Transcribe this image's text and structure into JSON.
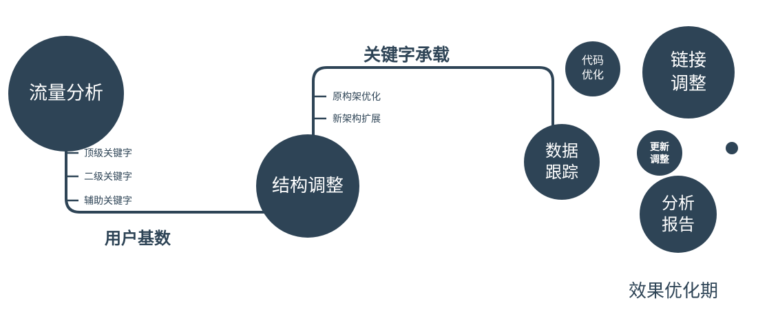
{
  "theme": {
    "node_color": "#2e4456",
    "line_color": "#2e4456",
    "label_color": "#2e4456",
    "node_text_color": "#ffffff",
    "background": "#ffffff"
  },
  "nodes": {
    "traffic": {
      "label": "流量分析"
    },
    "structure": {
      "label": "结构调整"
    },
    "tracking": {
      "label": "数据\n跟踪"
    },
    "code": {
      "label": "代码\n优化"
    },
    "link": {
      "label": "链接\n调整"
    },
    "update": {
      "label": "更新\n调整"
    },
    "report": {
      "label": "分析\n报告"
    }
  },
  "edges": {
    "user_base_label": "用户基数",
    "keyword_load_label": "关键字承载"
  },
  "branch1": {
    "items": [
      "顶级关键字",
      "二级关键字",
      "辅助关键字"
    ]
  },
  "branch2": {
    "items": [
      "原构架优化",
      "新架构扩展"
    ]
  },
  "footer": {
    "label": "效果优化期"
  }
}
